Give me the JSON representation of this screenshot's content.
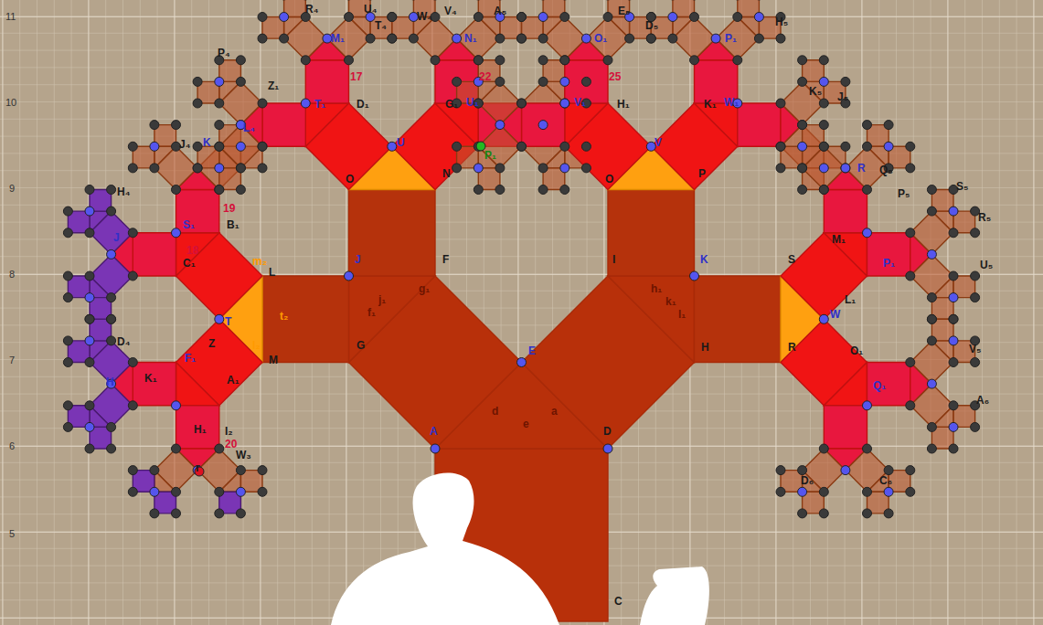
{
  "diagram": {
    "labels": [
      "11",
      "10",
      "9",
      "8",
      "7",
      "6",
      "5",
      "A",
      "D",
      "E",
      "F",
      "G",
      "I",
      "H",
      "J",
      "K",
      "L",
      "M",
      "N",
      "O",
      "O",
      "P",
      "U",
      "V",
      "T",
      "W",
      "S",
      "R",
      "C",
      "d",
      "e",
      "a",
      "f₁",
      "g₁",
      "j₁",
      "h₁",
      "k₁",
      "l₁",
      "t₂",
      "m₂",
      "l₂",
      "17",
      "22",
      "25",
      "19",
      "18",
      "20",
      "T₁",
      "D₁",
      "G₁",
      "U₁",
      "V₁",
      "H₁",
      "K₁",
      "W₁",
      "P₁",
      "Z₁",
      "S₁",
      "B₁",
      "C₁",
      "F₁",
      "A₁",
      "Z",
      "K₁",
      "H₁",
      "I₂",
      "M₁",
      "N₁",
      "O₁",
      "P₁",
      "R₄",
      "U₄",
      "T₄",
      "W₄",
      "V₄",
      "A₅",
      "E₅",
      "D₅",
      "H₅",
      "K₅",
      "J₅",
      "R",
      "Q₅",
      "P₅",
      "S₅",
      "R₅",
      "U₅",
      "P₁",
      "M₁",
      "L₁",
      "O₁",
      "Q₁",
      "V₅",
      "A₆",
      "C₆",
      "D₆",
      "P₄",
      "L₄",
      "J₄",
      "K",
      "H₄",
      "J",
      "D₄",
      "H",
      "W₃",
      "r"
    ]
  }
}
